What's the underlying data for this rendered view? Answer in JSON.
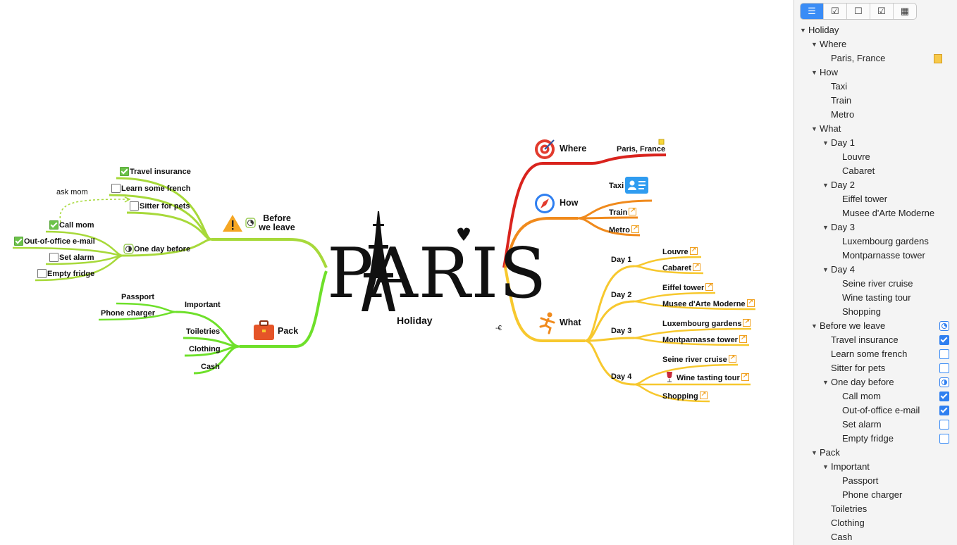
{
  "map": {
    "central": {
      "image_text": "PARIS",
      "label": "Holiday"
    },
    "where": {
      "label": "Where",
      "icon": "target-icon",
      "color": "#d9231d",
      "items": [
        "Paris, France"
      ]
    },
    "how": {
      "label": "How",
      "icon": "compass-icon",
      "color": "#f08a1c",
      "items": [
        "Taxi",
        "Train",
        "Metro"
      ]
    },
    "what": {
      "label": "What",
      "icon": "runner-icon",
      "color": "#f7c82e",
      "days": [
        {
          "label": "Day 1",
          "items": [
            "Louvre",
            "Cabaret"
          ]
        },
        {
          "label": "Day 2",
          "items": [
            "Eiffel tower",
            "Musee d'Arte Moderne"
          ]
        },
        {
          "label": "Day 3",
          "items": [
            "Luxembourg gardens",
            "Montparnasse tower"
          ]
        },
        {
          "label": "Day 4",
          "items": [
            "Seine river cruise",
            "Wine tasting tour",
            "Shopping"
          ]
        }
      ]
    },
    "before": {
      "label": "Before we leave",
      "icon": "warning-icon",
      "color": "#a7d93a",
      "items": [
        {
          "label": "Travel insurance",
          "done": true
        },
        {
          "label": "Learn some french",
          "done": false
        },
        {
          "label": "Sitter for pets",
          "done": false
        }
      ],
      "one_day": {
        "label": "One day before",
        "items": [
          {
            "label": "Call mom",
            "done": true
          },
          {
            "label": "Out-of-office e-mail",
            "done": true
          },
          {
            "label": "Set alarm",
            "done": false
          },
          {
            "label": "Empty fridge",
            "done": false
          }
        ]
      },
      "relationship_label": "ask mom"
    },
    "pack": {
      "label": "Pack",
      "icon": "suitcase-icon",
      "color": "#6ee02a",
      "important": {
        "label": "Important",
        "items": [
          "Passport",
          "Phone charger"
        ]
      },
      "items": [
        "Toiletries",
        "Clothing",
        "Cash"
      ]
    },
    "collapse_symbol": "-€"
  },
  "outline": {
    "toolbar": [
      "outline-view-icon",
      "task-view-icon",
      "checkbox-view-icon",
      "checklist-view-icon",
      "calendar-view-icon"
    ],
    "rows": [
      {
        "t": "Holiday",
        "d": 0,
        "exp": true
      },
      {
        "t": "Where",
        "d": 1,
        "exp": true
      },
      {
        "t": "Paris, France",
        "d": 2,
        "note": true
      },
      {
        "t": "How",
        "d": 1,
        "exp": true
      },
      {
        "t": "Taxi",
        "d": 2
      },
      {
        "t": "Train",
        "d": 2
      },
      {
        "t": "Metro",
        "d": 2
      },
      {
        "t": "What",
        "d": 1,
        "exp": true
      },
      {
        "t": "Day 1",
        "d": 2,
        "exp": true
      },
      {
        "t": "Louvre",
        "d": 3
      },
      {
        "t": "Cabaret",
        "d": 3
      },
      {
        "t": "Day 2",
        "d": 2,
        "exp": true
      },
      {
        "t": "Eiffel tower",
        "d": 3
      },
      {
        "t": "Musee d'Arte Moderne",
        "d": 3
      },
      {
        "t": "Day 3",
        "d": 2,
        "exp": true
      },
      {
        "t": "Luxembourg gardens",
        "d": 3
      },
      {
        "t": "Montparnasse tower",
        "d": 3
      },
      {
        "t": "Day 4",
        "d": 2,
        "exp": true
      },
      {
        "t": "Seine river cruise",
        "d": 3
      },
      {
        "t": "Wine tasting tour",
        "d": 3
      },
      {
        "t": "Shopping",
        "d": 3
      },
      {
        "t": "Before we leave",
        "d": 1,
        "exp": true,
        "progress": 0.33
      },
      {
        "t": "Travel insurance",
        "d": 2,
        "check": true
      },
      {
        "t": "Learn some french",
        "d": 2,
        "check": false
      },
      {
        "t": "Sitter for pets",
        "d": 2,
        "check": false
      },
      {
        "t": "One day before",
        "d": 2,
        "exp": true,
        "progress": 0.5
      },
      {
        "t": "Call mom",
        "d": 3,
        "check": true
      },
      {
        "t": "Out-of-office e-mail",
        "d": 3,
        "check": true
      },
      {
        "t": "Set alarm",
        "d": 3,
        "check": false
      },
      {
        "t": "Empty fridge",
        "d": 3,
        "check": false
      },
      {
        "t": "Pack",
        "d": 1,
        "exp": true
      },
      {
        "t": "Important",
        "d": 2,
        "exp": true
      },
      {
        "t": "Passport",
        "d": 3
      },
      {
        "t": "Phone charger",
        "d": 3
      },
      {
        "t": "Toiletries",
        "d": 2
      },
      {
        "t": "Clothing",
        "d": 2
      },
      {
        "t": "Cash",
        "d": 2
      }
    ]
  }
}
